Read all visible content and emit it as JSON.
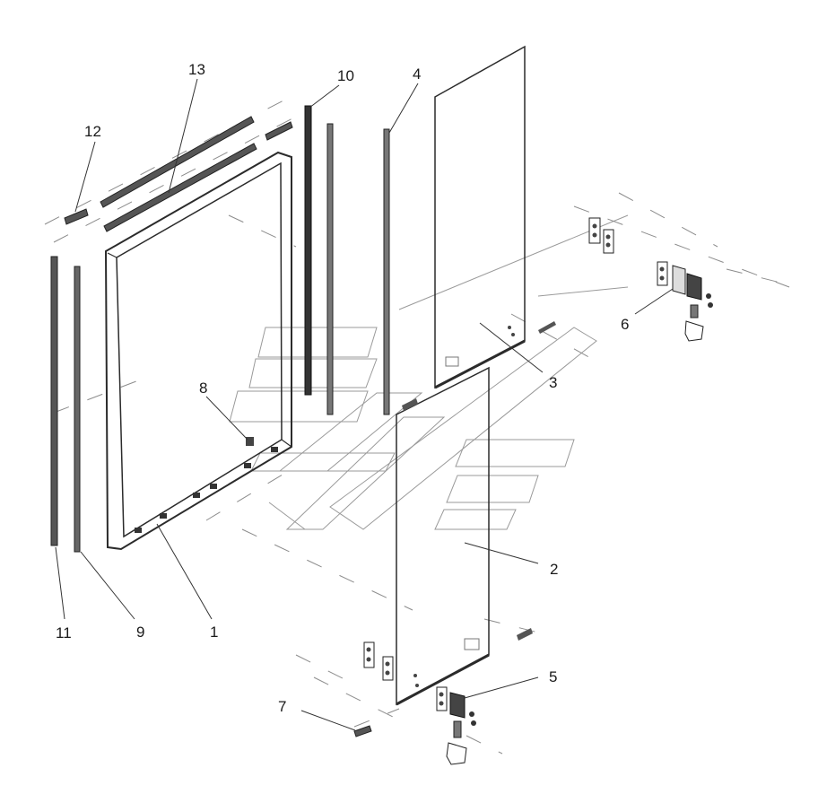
{
  "callouts": {
    "p1": "1",
    "p2": "2",
    "p3": "3",
    "p4": "4",
    "p5": "5",
    "p6": "6",
    "p7": "7",
    "p8": "8",
    "p9": "9",
    "p10": "10",
    "p11": "11",
    "p12": "12",
    "p13": "13"
  },
  "colors": {
    "line": "#2b2b2b",
    "ghost": "#9a9a9a",
    "background": "#ffffff"
  }
}
